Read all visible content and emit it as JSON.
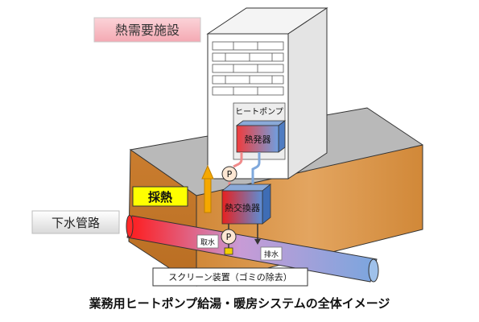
{
  "labels": {
    "facility": "熱需要施設",
    "heat_pump": "ヒートポンプ",
    "evaporator": "熱発器",
    "pump": "P",
    "heat_collect": "採熱",
    "heat_exchanger": "熱交換器",
    "sewer_pipe": "下水管路",
    "intake": "取水",
    "discharge": "排水",
    "screen_device": "スクリーン装置（ゴミの除去）"
  },
  "caption": "業務用ヒートポンプ給湯・暖房システムの全体イメージ",
  "colors": {
    "hot": "#e8201f",
    "cold": "#7aa6de",
    "ground_top": "#bdbdbd",
    "ground_front": "#d9924a",
    "arrow": "#f5a800",
    "label_box": "#ffff00",
    "facility_box": "#f7b6bf"
  }
}
